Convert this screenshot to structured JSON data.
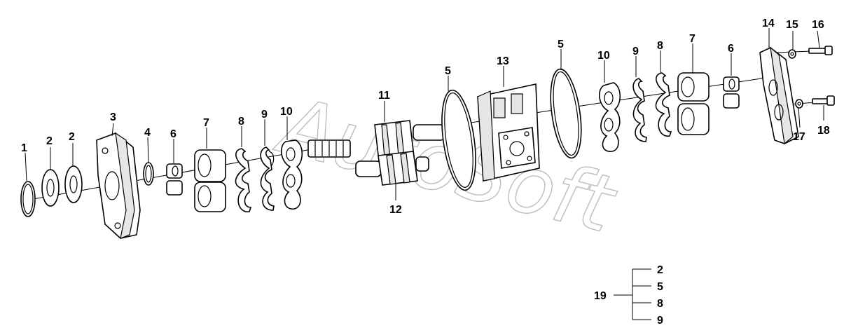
{
  "watermark": "AutoSoft",
  "callouts": {
    "c1": "1",
    "c2a": "2",
    "c2b": "2",
    "c3": "3",
    "c4": "4",
    "c6a": "6",
    "c7a": "7",
    "c8a": "8",
    "c9a": "9",
    "c10a": "10",
    "c11": "11",
    "c12": "12",
    "c5a": "5",
    "c13": "13",
    "c5b": "5",
    "c10b": "10",
    "c9b": "9",
    "c8b": "8",
    "c7b": "7",
    "c6b": "6",
    "c14": "14",
    "c15": "15",
    "c16": "16",
    "c17": "17",
    "c18": "18"
  },
  "kit": {
    "label": "19",
    "items": [
      "2",
      "5",
      "8",
      "9"
    ]
  }
}
